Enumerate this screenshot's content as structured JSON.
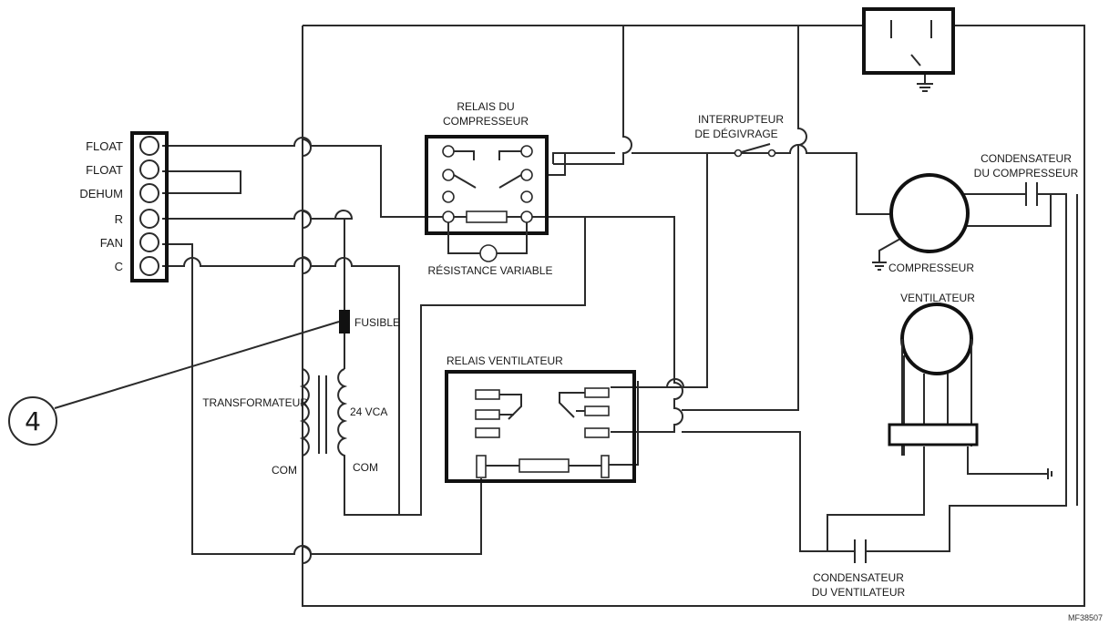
{
  "callout": "4",
  "labels": {
    "terminals": [
      "FLOAT",
      "FLOAT",
      "DEHUM",
      "R",
      "FAN",
      "C"
    ],
    "compressor_relay": [
      "RELAIS DU",
      "COMPRESSEUR"
    ],
    "defrost_switch": [
      "INTERRUPTEUR",
      "DE DÉGIVRAGE"
    ],
    "compressor_capacitor": [
      "CONDENSATEUR",
      "DU COMPRESSEUR"
    ],
    "variable_resistance": "RÉSISTANCE VARIABLE",
    "compressor": "COMPRESSEUR",
    "fuse": "FUSIBLE",
    "fan": "VENTILATEUR",
    "fan_relay": "RELAIS VENTILATEUR",
    "transformer": "TRANSFORMATEUR",
    "vac": "24 VCA",
    "com_left": "COM",
    "com_right": "COM",
    "fan_capacitor": [
      "CONDENSATEUR",
      "DU VENTILATEUR"
    ],
    "ref_code": "MF38507"
  },
  "colors": {
    "line": "#2b2b2b",
    "box": "#111111",
    "background": "#ffffff"
  }
}
